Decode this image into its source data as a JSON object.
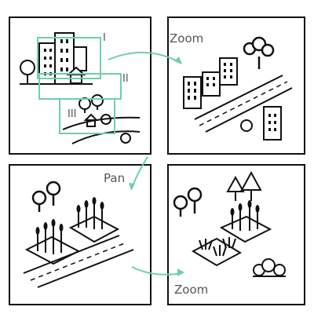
{
  "labels": {
    "zoom_1": "Zoom",
    "pan": "Pan",
    "zoom_2": "Zoom",
    "region_1": "I",
    "region_2": "II",
    "region_3": "III"
  },
  "colors": {
    "frame": "#111111",
    "highlight": "#6fd0a8",
    "ink": "#111111",
    "label": "#555555"
  },
  "icons": {
    "panel_1": [
      "building-icon",
      "house-icon",
      "tree-icon",
      "hill-icon"
    ],
    "panel_2": [
      "building-icon",
      "road-icon",
      "tree-icon",
      "bush-icon"
    ],
    "panel_3": [
      "tree-icon",
      "wheat-field-icon",
      "road-icon"
    ],
    "panel_4": [
      "tree-icon",
      "pine-tree-icon",
      "wheat-field-icon",
      "grass-field-icon",
      "bush-icon"
    ]
  }
}
